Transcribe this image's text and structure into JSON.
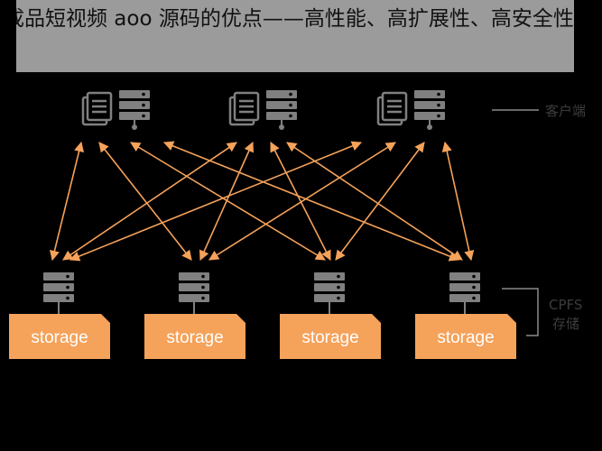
{
  "banner": {
    "text": "成品短视频 aoo 源码的优点——高性能、高扩展性、高安全性"
  },
  "legend": {
    "client_label": "客户端",
    "storage_label_line1": "CPFS",
    "storage_label_line2": "存储"
  },
  "storage_nodes": [
    {
      "label": "storage"
    },
    {
      "label": "storage"
    },
    {
      "label": "storage"
    },
    {
      "label": "storage"
    }
  ],
  "colors": {
    "accent": "#f5a25a",
    "icon": "#808080",
    "background": "#000000",
    "banner": "#9b9b9b"
  },
  "icons": {
    "client_document": "document-icon",
    "client_server": "server-icon",
    "storage_server": "server-icon"
  }
}
